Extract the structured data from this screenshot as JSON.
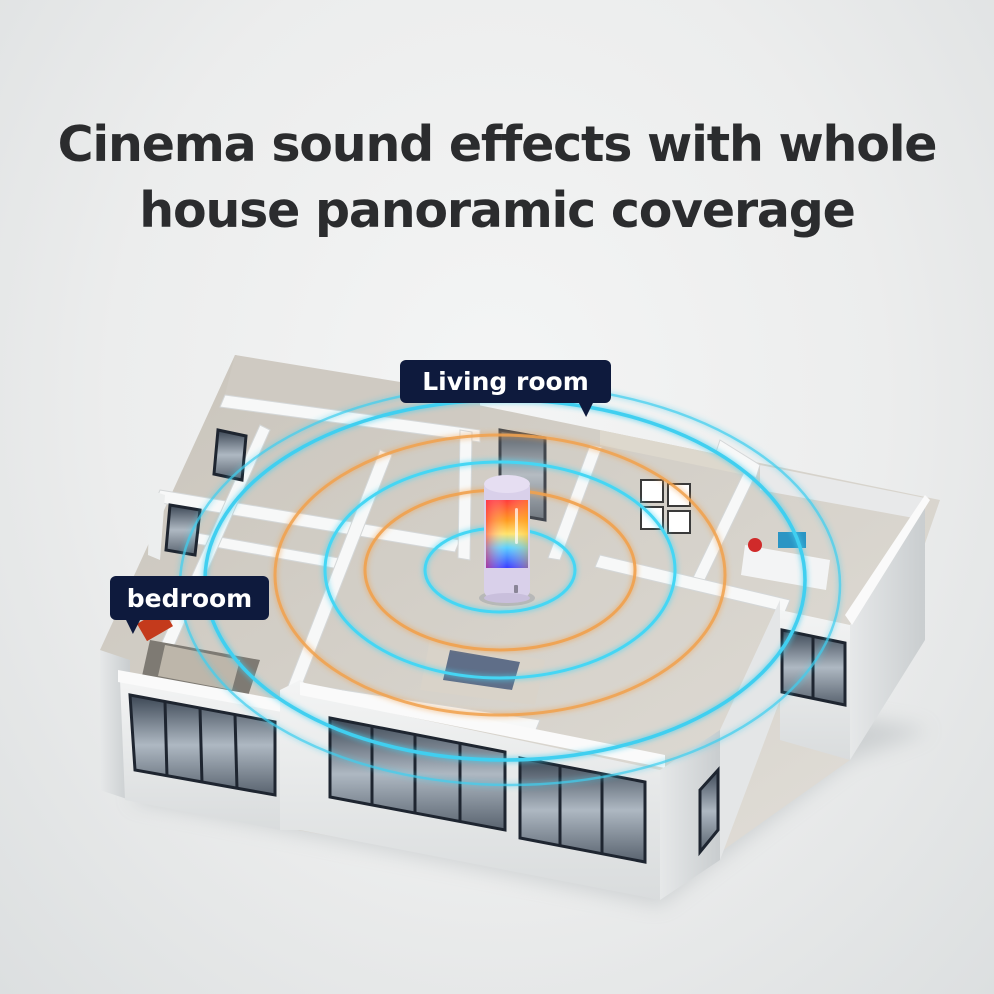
{
  "headline": {
    "line1": "Cinema sound effects with whole",
    "line2": "house panoramic coverage"
  },
  "labels": {
    "living_room": "Living room",
    "bedroom": "bedroom"
  },
  "colors": {
    "headline_text": "#2b2c2e",
    "label_background": "#0e1a3d",
    "label_text": "#ffffff",
    "wave_blue": "#3fd4f2",
    "wave_orange": "#f3a04a",
    "speaker_body": "#d9d0ea"
  },
  "illustration": {
    "subject": "isometric-apartment-floorplan",
    "device": "rgb-cylinder-speaker",
    "effect": "concentric-sound-waves"
  }
}
